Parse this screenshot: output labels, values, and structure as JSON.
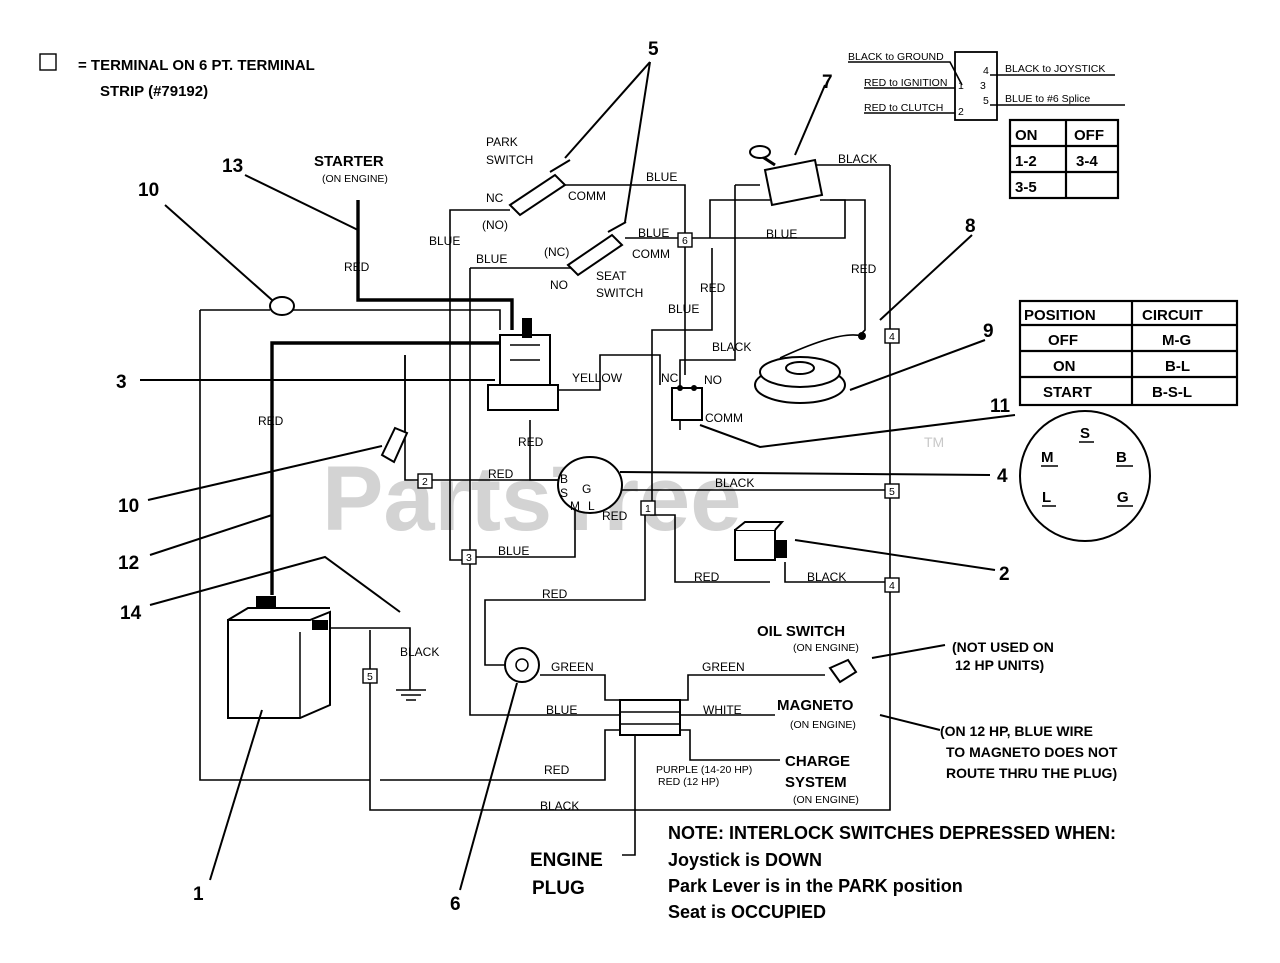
{
  "legend": {
    "line1": "= TERMINAL ON 6 PT. TERMINAL",
    "line2": "STRIP (#79192)"
  },
  "watermark": {
    "text": "PartsTree",
    "tm": "TM"
  },
  "callouts": [
    "1",
    "2",
    "3",
    "4",
    "5",
    "6",
    "7",
    "8",
    "9",
    "10",
    "10",
    "11",
    "12",
    "13",
    "14"
  ],
  "components": {
    "starter": "STARTER",
    "starter_sub": "(ON ENGINE)",
    "park_switch_1": "PARK",
    "park_switch_2": "SWITCH",
    "seat_switch_1": "SEAT",
    "seat_switch_2": "SWITCH",
    "oil_switch": "OIL SWITCH",
    "oil_switch_sub": "(ON ENGINE)",
    "magneto": "MAGNETO",
    "magneto_sub": "(ON ENGINE)",
    "charge_1": "CHARGE",
    "charge_2": "SYSTEM",
    "charge_sub": "(ON ENGINE)",
    "engine_plug_1": "ENGINE",
    "engine_plug_2": "PLUG"
  },
  "contacts": {
    "nc": "NC",
    "no_paren": "(NO)",
    "comm": "COMM",
    "nc_paren": "(NC)",
    "no": "NO",
    "key_b": "B",
    "key_s": "S",
    "key_m": "M",
    "key_g": "G",
    "key_l": "L"
  },
  "wire_labels": {
    "blue": "BLUE",
    "red": "RED",
    "black": "BLACK",
    "yellow": "YELLOW",
    "green": "GREEN",
    "white": "WHITE",
    "purple_1": "PURPLE (14-20 HP)",
    "purple_2": "RED (12 HP)"
  },
  "terminals": [
    "1",
    "2",
    "3",
    "4",
    "4",
    "5",
    "5",
    "6"
  ],
  "joystick_switch": {
    "left": [
      "BLACK to GROUND",
      "RED to IGNITION",
      "RED to CLUTCH"
    ],
    "right": [
      "BLACK to JOYSTICK",
      "BLUE to #6 Splice"
    ],
    "pins": [
      "4",
      "1",
      "3",
      "5",
      "2"
    ]
  },
  "on_off_table": {
    "headers": [
      "ON",
      "OFF"
    ],
    "rows": [
      [
        "1-2",
        "3-4"
      ],
      [
        "3-5",
        ""
      ]
    ]
  },
  "ignition_table": {
    "headers": [
      "POSITION",
      "CIRCUIT"
    ],
    "rows": [
      [
        "OFF",
        "M-G"
      ],
      [
        "ON",
        "B-L"
      ],
      [
        "START",
        "B-S-L"
      ]
    ]
  },
  "ignition_face": [
    "S",
    "M",
    "B",
    "L",
    "G"
  ],
  "notes": {
    "not_used_1": "(NOT USED ON",
    "not_used_2": "12 HP UNITS)",
    "hp12_1": "(ON 12 HP,  BLUE WIRE",
    "hp12_2": "TO MAGNETO DOES NOT",
    "hp12_3": "ROUTE THRU THE PLUG)"
  },
  "interlock_note": {
    "title": "NOTE: INTERLOCK SWITCHES DEPRESSED WHEN:",
    "lines": [
      "Joystick is DOWN",
      "Park Lever is in the PARK position",
      "Seat is OCCUPIED"
    ]
  }
}
